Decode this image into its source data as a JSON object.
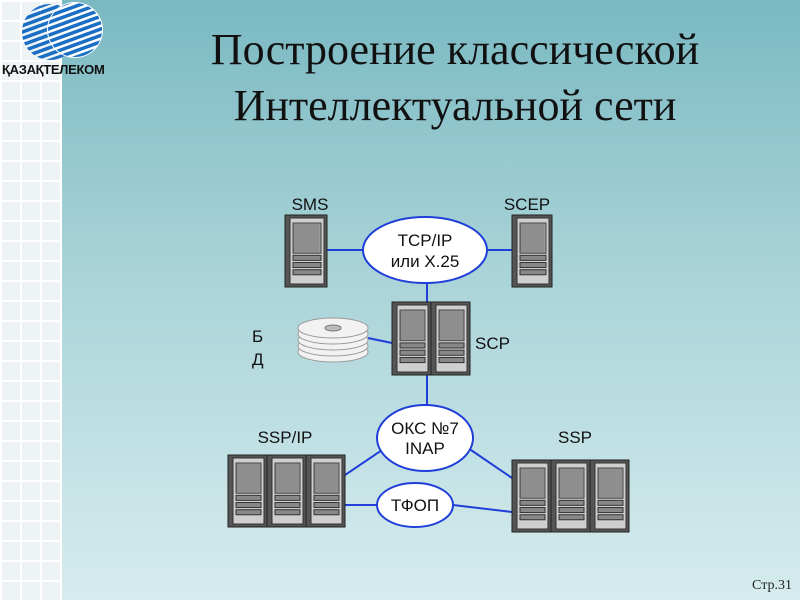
{
  "logo": {
    "text": "ҚАЗАҚТЕЛЕКОМ"
  },
  "title": {
    "line1": "Построение классической",
    "line2": "Интеллектуальной сети"
  },
  "nodes": {
    "sms": "SMS",
    "scep": "SCEP",
    "scp": "SCP",
    "db_line1": "Б",
    "db_line2": "Д",
    "ssp_ip": "SSP/IP",
    "ssp": "SSP"
  },
  "networks": {
    "tcp_line1": "TCP/IP",
    "tcp_line2": "или X.25",
    "oks_line1": "ОКС №7",
    "oks_line2": "INAP",
    "pstn": "ТФОП"
  },
  "footer": {
    "page": "Стр.31"
  },
  "colors": {
    "link": "#1f3fd8",
    "ellipse_border": "#1f3fd8",
    "logo_blue": "#1a6fc4"
  }
}
